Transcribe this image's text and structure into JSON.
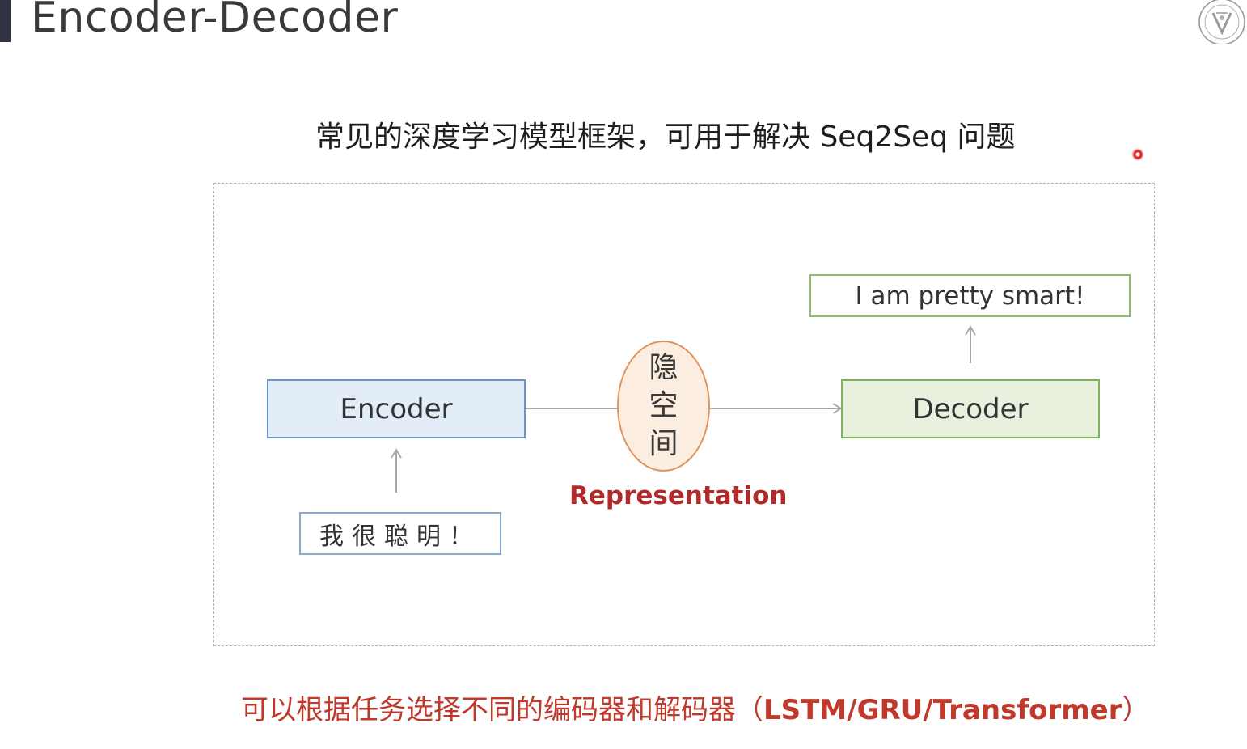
{
  "slide": {
    "title": "Encoder-Decoder",
    "subtitle": "常见的深度学习模型框架，可用于解决 Seq2Seq 问题",
    "logo_icon": "university-seal-icon"
  },
  "diagram": {
    "encoder_label": "Encoder",
    "decoder_label": "Decoder",
    "input_text": "我很聪明！",
    "output_text": "I am pretty smart!",
    "latent_chars": [
      "隐",
      "空",
      "间"
    ],
    "latent_caption": "Representation"
  },
  "footer": {
    "note_prefix": "可以根据任务选择不同的编码器和解码器（",
    "note_models": "LSTM/GRU/Transformer",
    "note_suffix": "）"
  },
  "colors": {
    "encoder_fill": "#e3edf8",
    "encoder_border": "#6a95c6",
    "decoder_fill": "#e7f1de",
    "decoder_border": "#7fb25e",
    "latent_fill": "#fbeee0",
    "latent_border": "#e0935a",
    "accent_red": "#b02a2a",
    "arrow_gray": "#a6a6a6"
  }
}
